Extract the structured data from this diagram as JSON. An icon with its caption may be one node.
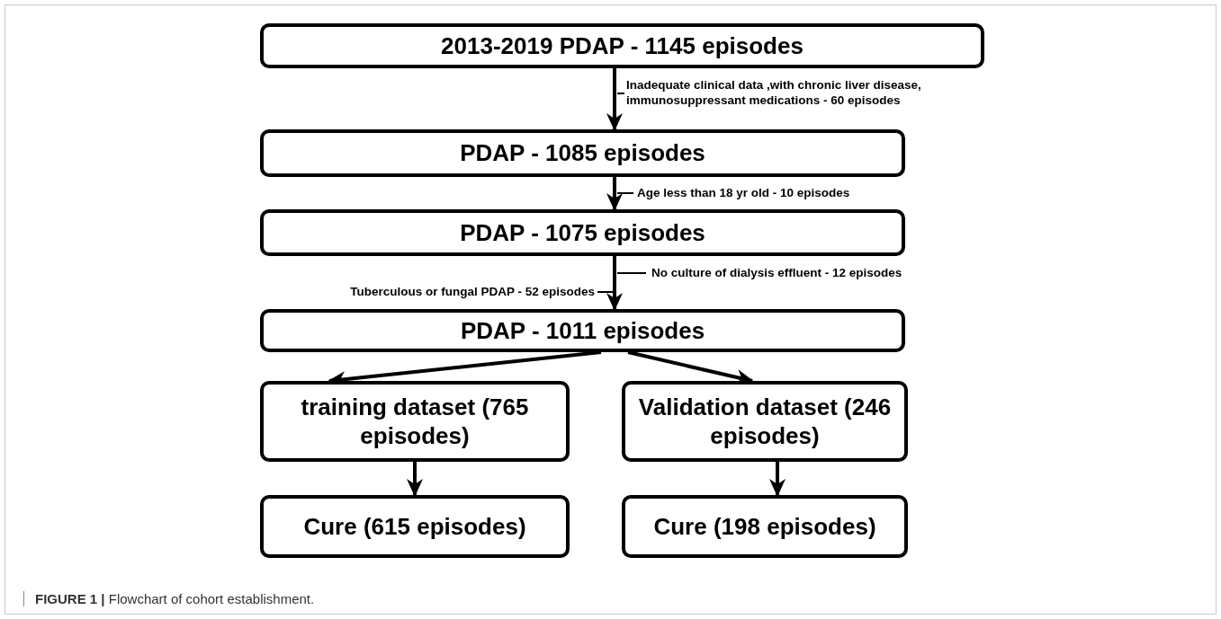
{
  "diagram": {
    "caption": "**FIGURE 1 |** Flowchart of cohort establishment.",
    "nodes": [
      {
        "text": [
          "2013-2019 PDAP - 1145 episodes"
        ]
      },
      {
        "text": [
          "PDAP - 1085 episodes"
        ]
      },
      {
        "text": [
          "PDAP - 1075 episodes"
        ]
      },
      {
        "text": [
          "PDAP - 1011 episodes"
        ]
      },
      {
        "text": [
          "training dataset (765 episodes)"
        ]
      },
      {
        "text": [
          "Validation dataset (246 episodes)"
        ]
      },
      {
        "text": [
          "Cure (615 episodes)"
        ]
      },
      {
        "text": [
          "Cure (198 episodes)"
        ]
      }
    ],
    "edges": [
      {
        "from": 0,
        "to": 1,
        "arrow": "to"
      },
      {
        "from": 1,
        "to": 2,
        "arrow": "to"
      },
      {
        "from": 2,
        "to": 3,
        "arrow": "to"
      },
      {
        "from": 3,
        "to": 4,
        "arrow": "to"
      },
      {
        "from": 3,
        "to": 5,
        "arrow": "to"
      },
      {
        "from": 4,
        "to": 6,
        "arrow": "to"
      },
      {
        "from": 5,
        "to": 7,
        "arrow": "to"
      }
    ],
    "labels": [
      "Inadequate clinical data ,with chronic liver disease, immunosuppressant medications - 60 episodes",
      "Age less than 18 yr old - 10 episodes",
      "No culture of dialysis effluent - 12 episodes",
      "Tuberculous or fungal PDAP - 52 episodes"
    ]
  }
}
